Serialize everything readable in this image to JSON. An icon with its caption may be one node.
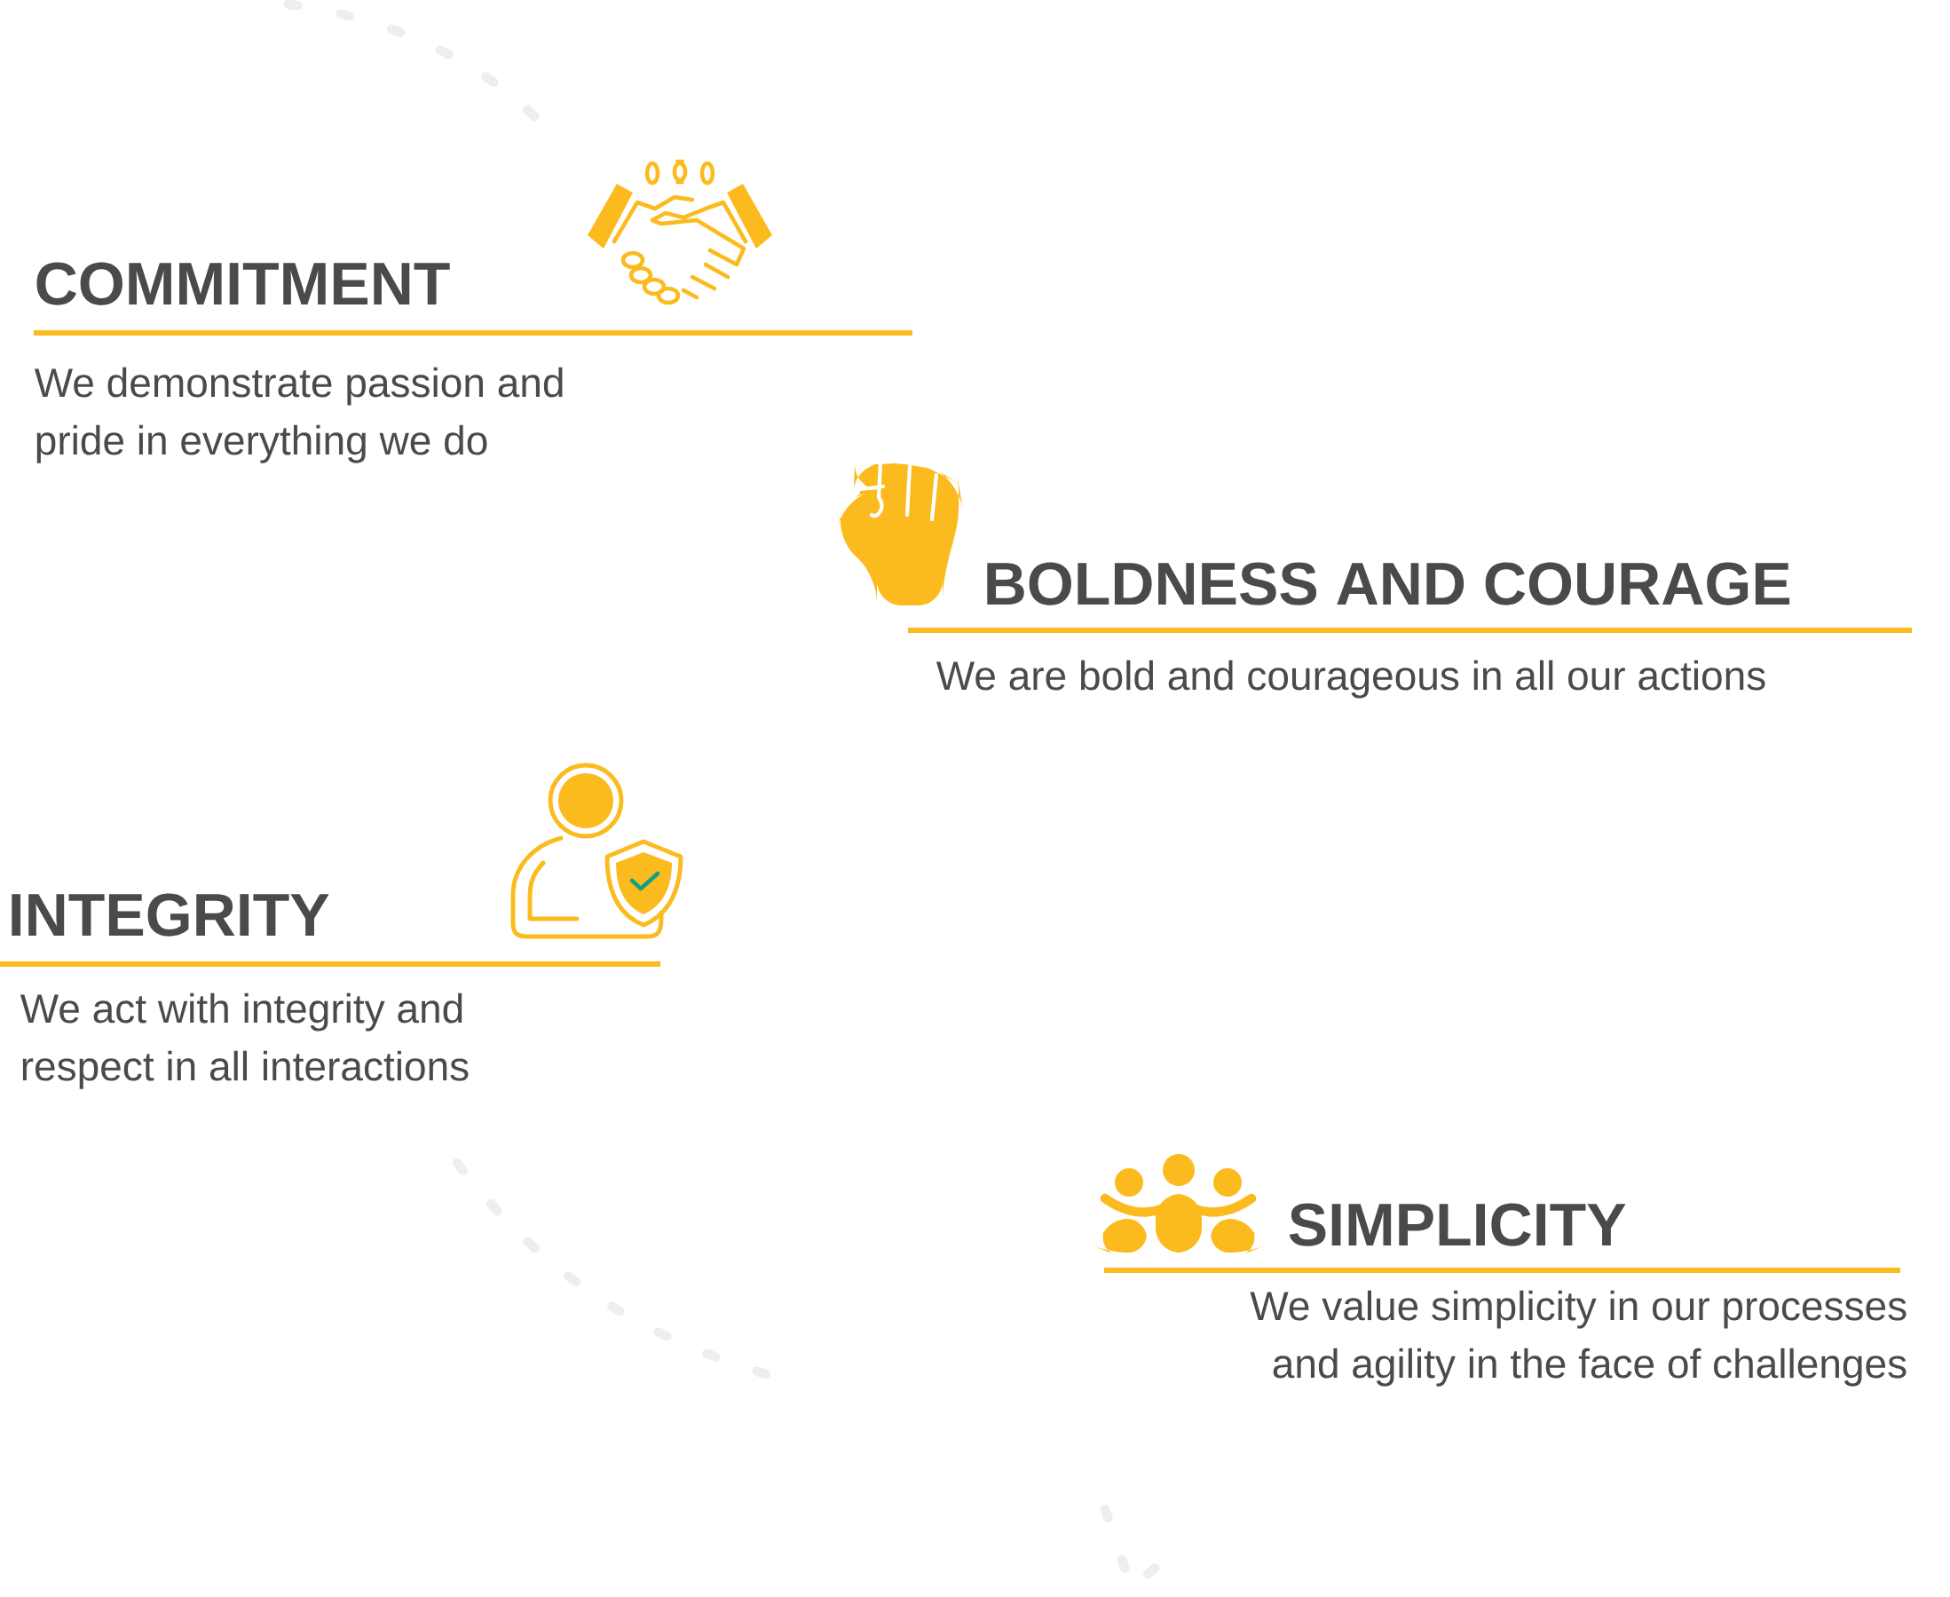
{
  "diagram": {
    "labels": [
      "COMMITMENT",
      "We demonstrate passion and pride in everything we do",
      "BOLDNESS AND COURAGE",
      "We are bold and courageous in all our actions",
      "INTEGRITY",
      "We act with integrity and respect in all interactions",
      "SIMPLICITY",
      "We value simplicity in our processes and agility in the face of challenges"
    ]
  }
}
